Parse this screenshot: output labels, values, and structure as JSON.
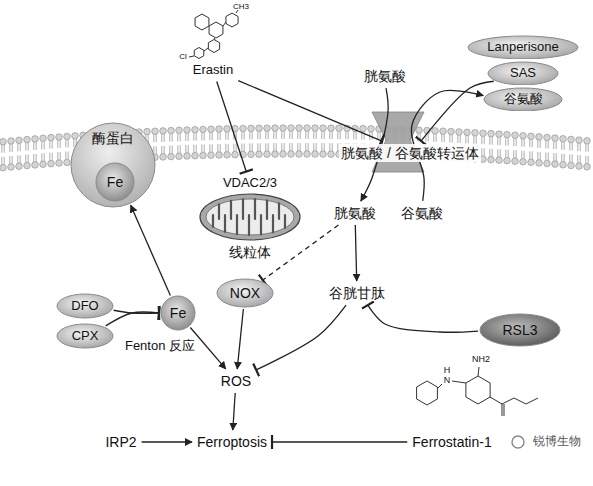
{
  "diagram": {
    "nodes": [
      {
        "text": [
          "Erastin"
        ]
      },
      {
        "text": [
          "Lanperisone"
        ]
      },
      {
        "text": [
          "SAS"
        ]
      },
      {
        "text": [
          "谷氨酸"
        ]
      },
      {
        "text": [
          "胱氨酸"
        ]
      },
      {
        "text": [
          "胱氨酸 / 谷氨酸转运体"
        ]
      },
      {
        "text": [
          "VDAC2/3"
        ]
      },
      {
        "text": [
          "线粒体"
        ]
      },
      {
        "text": [
          "酶蛋白"
        ]
      },
      {
        "text": [
          "Fe"
        ],
        "in": 8
      },
      {
        "text": [
          "胱氨酸"
        ]
      },
      {
        "text": [
          "谷氨酸"
        ]
      },
      {
        "text": [
          "NOX"
        ]
      },
      {
        "text": [
          "谷胱甘肽"
        ]
      },
      {
        "text": [
          "Fe"
        ]
      },
      {
        "text": [
          "DFO"
        ]
      },
      {
        "text": [
          "CPX"
        ]
      },
      {
        "text": [
          "RSL3"
        ]
      },
      {
        "text": [
          "ROS"
        ]
      },
      {
        "text": [
          "IRP2"
        ]
      },
      {
        "text": [
          "Ferroptosis"
        ]
      },
      {
        "text": [
          "Ferrostatin-1"
        ]
      }
    ],
    "edges": [
      {
        "from": 0,
        "to": 5,
        "arrow": "to"
      },
      {
        "from": 0,
        "to": 6,
        "arrow": "to"
      },
      {
        "from": 2,
        "to": 5,
        "arrow": "to"
      },
      {
        "from": 4,
        "to": 10,
        "arrow": "to"
      },
      {
        "from": 11,
        "to": 3,
        "arrow": "to"
      },
      {
        "from": 10,
        "to": 12,
        "arrow": "to"
      },
      {
        "from": 10,
        "to": 13,
        "arrow": "to"
      },
      {
        "from": 17,
        "to": 13,
        "arrow": "to"
      },
      {
        "from": 13,
        "to": 18,
        "arrow": "to"
      },
      {
        "from": 14,
        "to": 8,
        "arrow": "to"
      },
      {
        "from": 15,
        "to": 14,
        "arrow": "to"
      },
      {
        "from": 16,
        "to": 14,
        "arrow": "to"
      },
      {
        "from": 14,
        "to": 18,
        "arrow": "to"
      },
      {
        "from": 12,
        "to": 18,
        "arrow": "to"
      },
      {
        "from": 18,
        "to": 20,
        "arrow": "to"
      },
      {
        "from": 19,
        "to": 20,
        "arrow": "to"
      },
      {
        "from": 21,
        "to": 20,
        "arrow": "to"
      }
    ],
    "labels": [
      "CH3",
      "Cl",
      "Fenton 反应",
      "N",
      "H",
      "NH2",
      "锐博生物"
    ]
  }
}
